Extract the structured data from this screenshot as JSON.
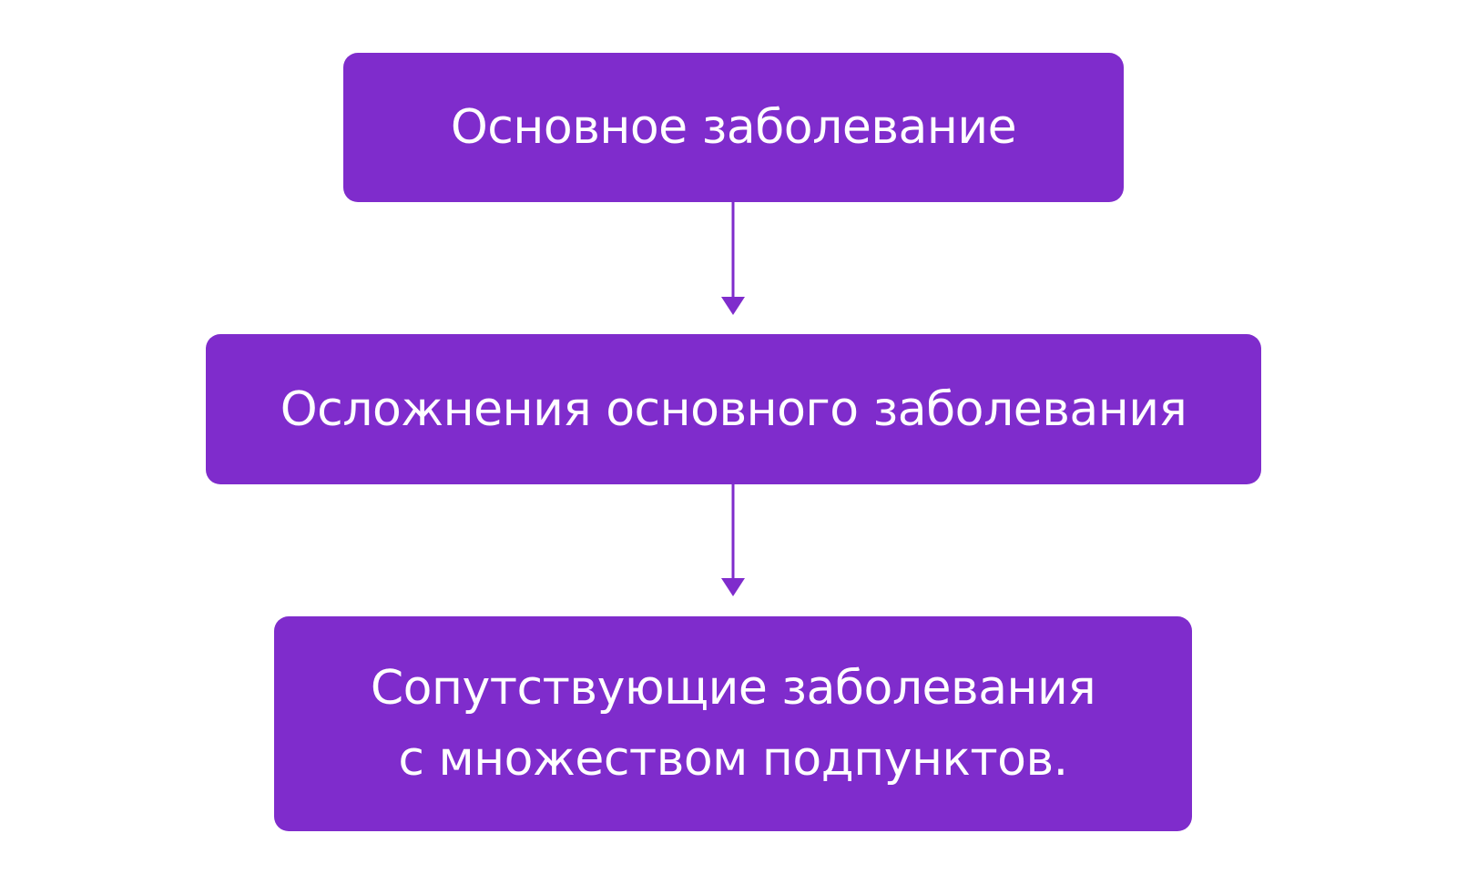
{
  "nodes": [
    {
      "id": "main-disease",
      "label": "Основное заболевание"
    },
    {
      "id": "complications",
      "label": "Осложнения основного заболевания"
    },
    {
      "id": "comorbidities",
      "label": "Сопутствующие заболевания\nс множеством подпунктов."
    }
  ],
  "edges": [
    {
      "from": "main-disease",
      "to": "complications"
    },
    {
      "from": "complications",
      "to": "comorbidities"
    }
  ],
  "colors": {
    "box_fill": "#7f2ccc",
    "box_text": "#ffffff",
    "arrow": "#7f2ccc",
    "background": "#ffffff"
  }
}
